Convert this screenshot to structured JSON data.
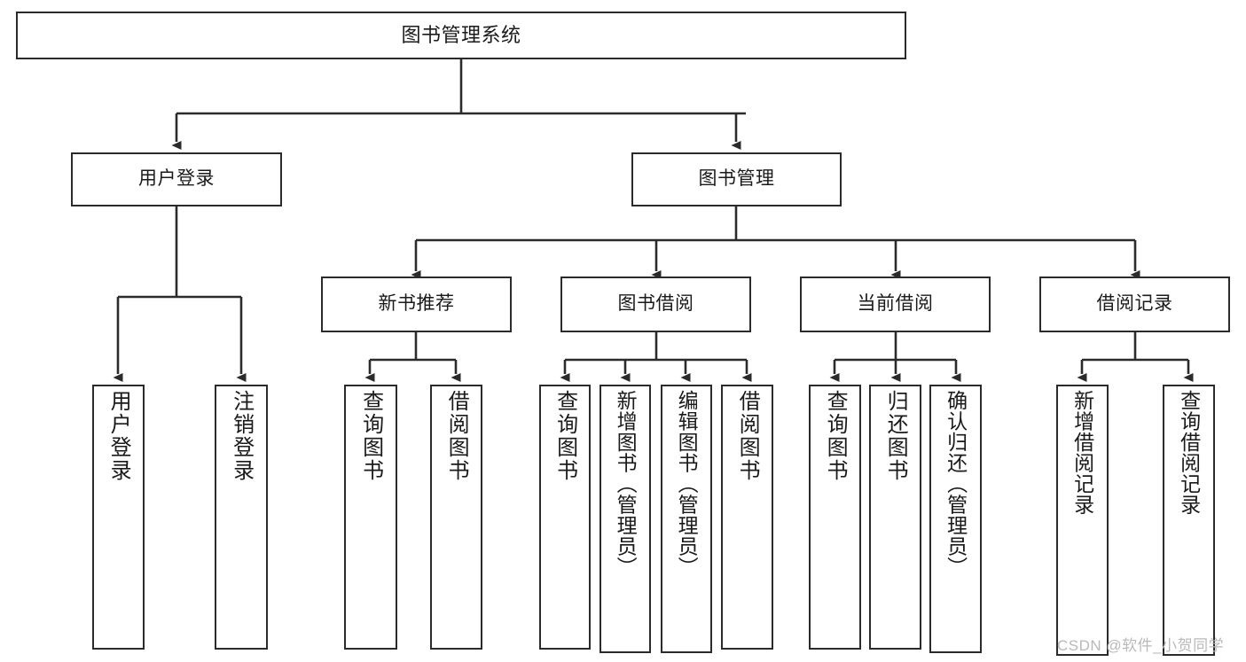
{
  "diagram": {
    "title": "图书管理系统",
    "type": "tree-hierarchy",
    "colors": {
      "node_border": "#2b2b2b",
      "node_fill": "#ffffff",
      "edge": "#2b2b2b",
      "text": "#1a1a1a",
      "watermark": "#b9b9b9",
      "background": "#ffffff"
    },
    "nodes": {
      "root": {
        "label": "图书管理系统"
      },
      "level1": [
        {
          "label": "用户登录"
        },
        {
          "label": "图书管理"
        }
      ],
      "level2": [
        {
          "label": "新书推荐"
        },
        {
          "label": "图书借阅"
        },
        {
          "label": "当前借阅"
        },
        {
          "label": "借阅记录"
        }
      ],
      "leaves": {
        "user_login": [
          {
            "label": "用户登录"
          },
          {
            "label": "注销登录"
          }
        ],
        "new_book_recommend": [
          {
            "label": "查询图书"
          },
          {
            "label": "借阅图书"
          }
        ],
        "book_borrow": [
          {
            "label": "查询图书"
          },
          {
            "label": "新增图书（管理员）"
          },
          {
            "label": "编辑图书（管理员）"
          },
          {
            "label": "借阅图书"
          }
        ],
        "current_borrow": [
          {
            "label": "查询图书"
          },
          {
            "label": "归还图书"
          },
          {
            "label": "确认归还（管理员）"
          }
        ],
        "borrow_records": [
          {
            "label": "新增借阅记录"
          },
          {
            "label": "查询借阅记录"
          }
        ]
      }
    },
    "watermark": "CSDN @软件_小贺同学"
  }
}
